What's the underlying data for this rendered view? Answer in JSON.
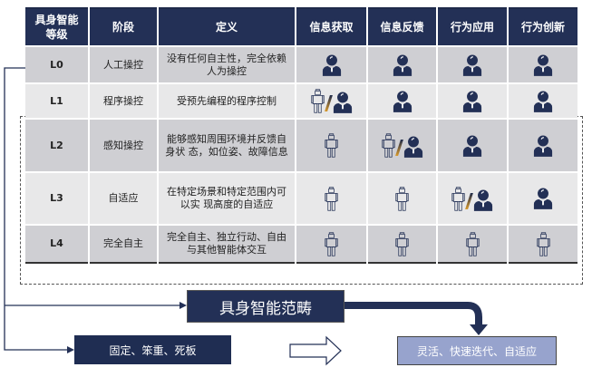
{
  "table": {
    "headers": [
      "具身智能等级",
      "阶段",
      "定义",
      "信息获取",
      "信息反馈",
      "行为应用",
      "行为创新"
    ],
    "rows": [
      {
        "level": "L0",
        "stage": "人工操控",
        "definition": "没有任何自主性，完全依赖人为操控",
        "cells": [
          [
            "person"
          ],
          [
            "person"
          ],
          [
            "person"
          ],
          [
            "person"
          ]
        ]
      },
      {
        "level": "L1",
        "stage": "程序操控",
        "definition": "受预先编程的程序控制",
        "cells": [
          [
            "robot",
            "person"
          ],
          [
            "person"
          ],
          [
            "person"
          ],
          [
            "person"
          ]
        ]
      },
      {
        "level": "L2",
        "stage": "感知操控",
        "definition": "能够感知周围环境并反馈自身状 态，如位姿、故障信息",
        "cells": [
          [
            "robot"
          ],
          [
            "robot",
            "person"
          ],
          [
            "person"
          ],
          [
            "person"
          ]
        ]
      },
      {
        "level": "L3",
        "stage": "自适应",
        "definition": "在特定场景和特定范围内可以实 现高度的自适应",
        "cells": [
          [
            "robot"
          ],
          [
            "robot"
          ],
          [
            "robot",
            "person"
          ],
          [
            "person"
          ]
        ]
      },
      {
        "level": "L4",
        "stage": "完全自主",
        "definition": "完全自主、独立行动、自由与其他智能体交互",
        "cells": [
          [
            "robot"
          ],
          [
            "robot"
          ],
          [
            "robot"
          ],
          [
            "robot"
          ]
        ]
      }
    ]
  },
  "scope_label": "具身智能范畴",
  "left_box": "固定、笨重、死板",
  "right_box": "灵活、快速迭代、自适应",
  "colors": {
    "navy": "#233056",
    "light_box": "#97a3cd"
  }
}
